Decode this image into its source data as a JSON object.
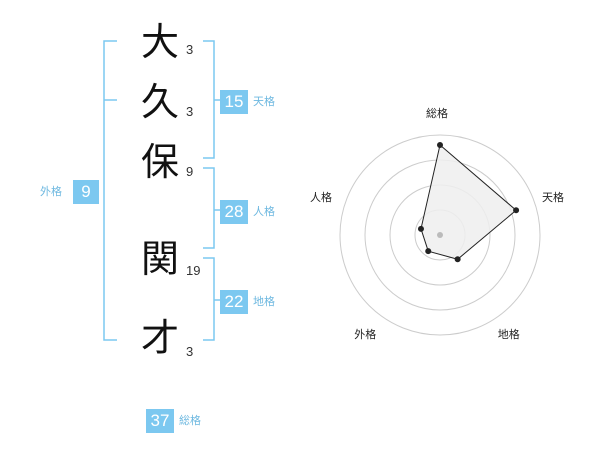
{
  "name": {
    "chars": [
      {
        "char": "大",
        "strokes": "3"
      },
      {
        "char": "久",
        "strokes": "3"
      },
      {
        "char": "保",
        "strokes": "9"
      },
      {
        "char": "関",
        "strokes": "19"
      },
      {
        "char": "才",
        "strokes": "3"
      }
    ]
  },
  "scores": {
    "gaikaku": {
      "label": "外格",
      "value": "9"
    },
    "tenkaku": {
      "label": "天格",
      "value": "15"
    },
    "jinkaku": {
      "label": "人格",
      "value": "28"
    },
    "chikaku": {
      "label": "地格",
      "value": "22"
    },
    "soukaku": {
      "label": "総格",
      "value": "37"
    }
  },
  "chart_data": {
    "type": "radar",
    "axes": [
      "総格",
      "天格",
      "地格",
      "外格",
      "人格"
    ],
    "values": [
      4.5,
      4,
      1.5,
      1,
      1
    ],
    "rmax": 5,
    "rings": 4,
    "colors": {
      "fill": "#eeeeee",
      "line": "#222222",
      "ring": "#cccccc",
      "center": "#bbbbbb"
    }
  },
  "colors": {
    "accent": "#7cc8f0",
    "bracket": "#7cc8f0"
  }
}
